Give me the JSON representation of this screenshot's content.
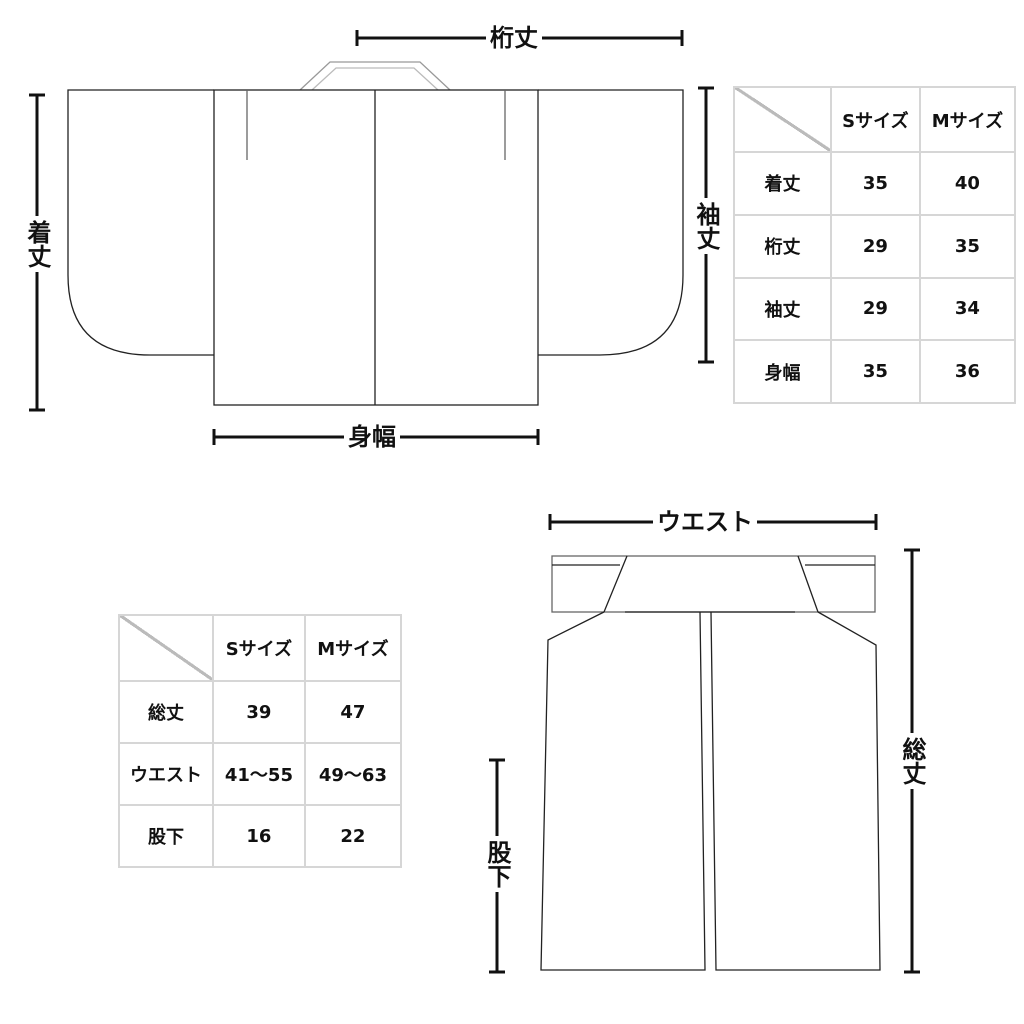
{
  "haori": {
    "labels": {
      "kitake": "着丈",
      "yukitake": "桁丈",
      "sodetake": "袖丈",
      "mihaba": "身幅"
    },
    "table": {
      "headers": [
        "Sサイズ",
        "Mサイズ"
      ],
      "rows": [
        {
          "name": "着丈",
          "s": "35",
          "m": "40"
        },
        {
          "name": "桁丈",
          "s": "29",
          "m": "35"
        },
        {
          "name": "袖丈",
          "s": "29",
          "m": "34"
        },
        {
          "name": "身幅",
          "s": "35",
          "m": "36"
        }
      ]
    }
  },
  "hakama": {
    "labels": {
      "waist": "ウエスト",
      "soutake": "総丈",
      "matashita": "股下"
    },
    "table": {
      "headers": [
        "Sサイズ",
        "Mサイズ"
      ],
      "rows": [
        {
          "name": "総丈",
          "s": "39",
          "m": "47"
        },
        {
          "name": "ウエスト",
          "s": "41〜55",
          "m": "49〜63"
        },
        {
          "name": "股下",
          "s": "16",
          "m": "22"
        }
      ]
    }
  }
}
